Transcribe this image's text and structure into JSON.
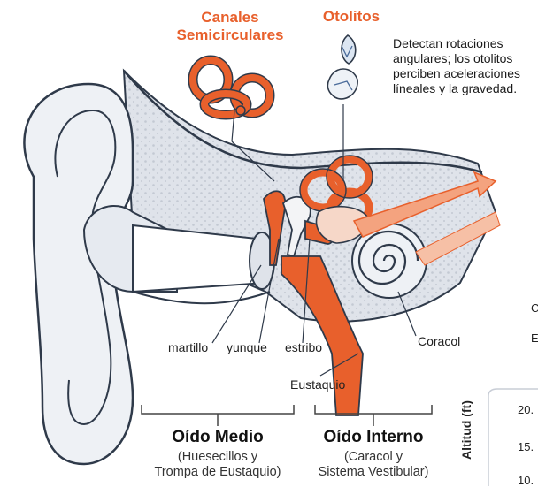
{
  "labels": {
    "semicircular": "Canales\nSemicirculares",
    "otolitos": "Otolitos",
    "description": "Detectan rotaciones\nangulares; los otolitos\nperciben aceleraciones\nlíneales y la gravedad.",
    "martillo": "martillo",
    "yunque": "yunque",
    "estribo": "estribo",
    "coracol": "Coracol",
    "eustaquio": "Eustaquio"
  },
  "sections": {
    "middle_title": "Oído Medio",
    "middle_sub": "(Huesecillos y\nTrompa de Eustaquio)",
    "inner_title": "Oído Interno",
    "inner_sub": "(Caracol y\nSistema Vestibular)"
  },
  "partial_chart": {
    "ylabel": "Altitud (ft)",
    "ticks": [
      "20.",
      "15.",
      "10."
    ],
    "edge_fragments": [
      "C",
      "E"
    ]
  },
  "colors": {
    "accent": "#e8602c",
    "bone": "#dfe3ea",
    "bone_dots": "#c6ccd6",
    "outline": "#2f3a4a",
    "skin": "#eef1f5"
  }
}
